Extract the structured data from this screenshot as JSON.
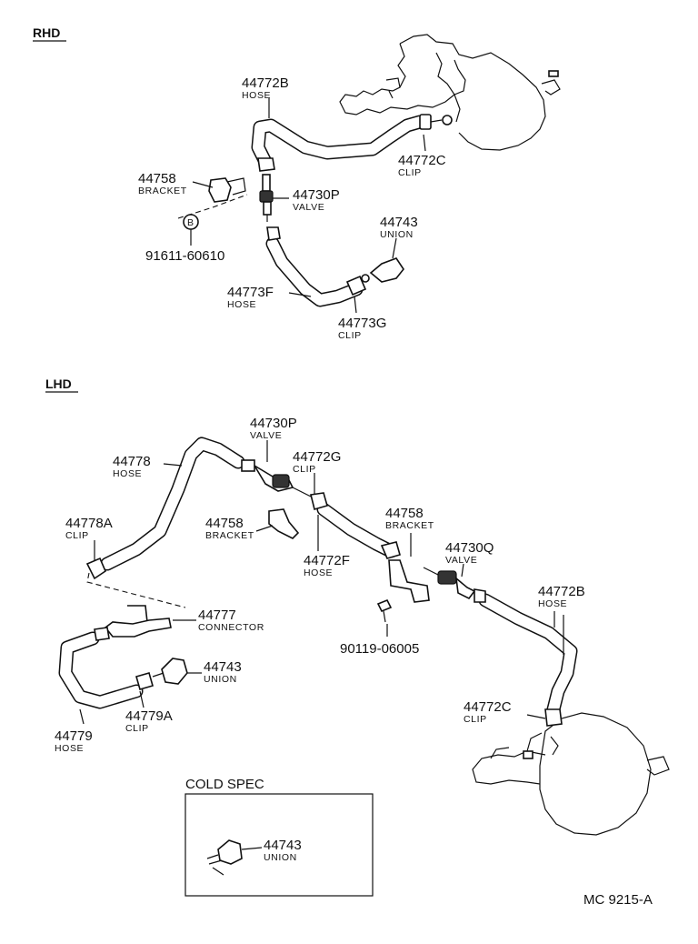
{
  "sections": {
    "rhd": "RHD",
    "lhd": "LHD",
    "cold_spec": "COLD SPEC"
  },
  "diagram_code": "MC 9215-A",
  "rhd": {
    "hose_b": {
      "part": "44772B",
      "name": "HOSE"
    },
    "clip_c": {
      "part": "44772C",
      "name": "CLIP"
    },
    "bracket": {
      "part": "44758",
      "name": "BRACKET"
    },
    "valve": {
      "part": "44730P",
      "name": "VALVE"
    },
    "bolt_ref": "B",
    "bolt": {
      "part": "91611-60610"
    },
    "union": {
      "part": "44743",
      "name": "UNION"
    },
    "hose_f": {
      "part": "44773F",
      "name": "HOSE"
    },
    "clip_g": {
      "part": "44773G",
      "name": "CLIP"
    }
  },
  "lhd": {
    "valve_p": {
      "part": "44730P",
      "name": "VALVE"
    },
    "hose_78": {
      "part": "44778",
      "name": "HOSE"
    },
    "clip_g": {
      "part": "44772G",
      "name": "CLIP"
    },
    "clip_78a": {
      "part": "44778A",
      "name": "CLIP"
    },
    "bracket_a": {
      "part": "44758",
      "name": "BRACKET"
    },
    "bracket_b": {
      "part": "44758",
      "name": "BRACKET"
    },
    "hose_f": {
      "part": "44772F",
      "name": "HOSE"
    },
    "valve_q": {
      "part": "44730Q",
      "name": "VALVE"
    },
    "hose_b": {
      "part": "44772B",
      "name": "HOSE"
    },
    "connector": {
      "part": "44777",
      "name": "CONNECTOR"
    },
    "union": {
      "part": "44743",
      "name": "UNION"
    },
    "bolt": {
      "part": "90119-06005"
    },
    "clip_79a": {
      "part": "44779A",
      "name": "CLIP"
    },
    "hose_79": {
      "part": "44779",
      "name": "HOSE"
    },
    "clip_c": {
      "part": "44772C",
      "name": "CLIP"
    }
  },
  "cold": {
    "union": {
      "part": "44743",
      "name": "UNION"
    }
  }
}
